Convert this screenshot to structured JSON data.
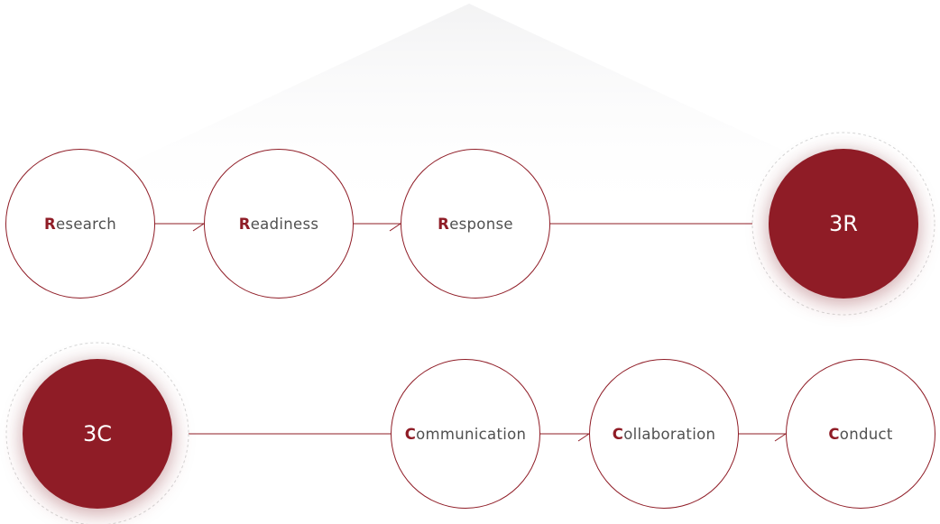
{
  "colors": {
    "accent": "#8f1c26",
    "text": "#505050"
  },
  "diagram": {
    "groups": [
      {
        "hub": {
          "label": "3R"
        },
        "steps": [
          {
            "initial": "R",
            "rest": "esearch"
          },
          {
            "initial": "R",
            "rest": "eadiness"
          },
          {
            "initial": "R",
            "rest": "esponse"
          }
        ]
      },
      {
        "hub": {
          "label": "3C"
        },
        "steps": [
          {
            "initial": "C",
            "rest": "ommunication"
          },
          {
            "initial": "C",
            "rest": "ollaboration"
          },
          {
            "initial": "C",
            "rest": "onduct"
          }
        ]
      }
    ]
  }
}
